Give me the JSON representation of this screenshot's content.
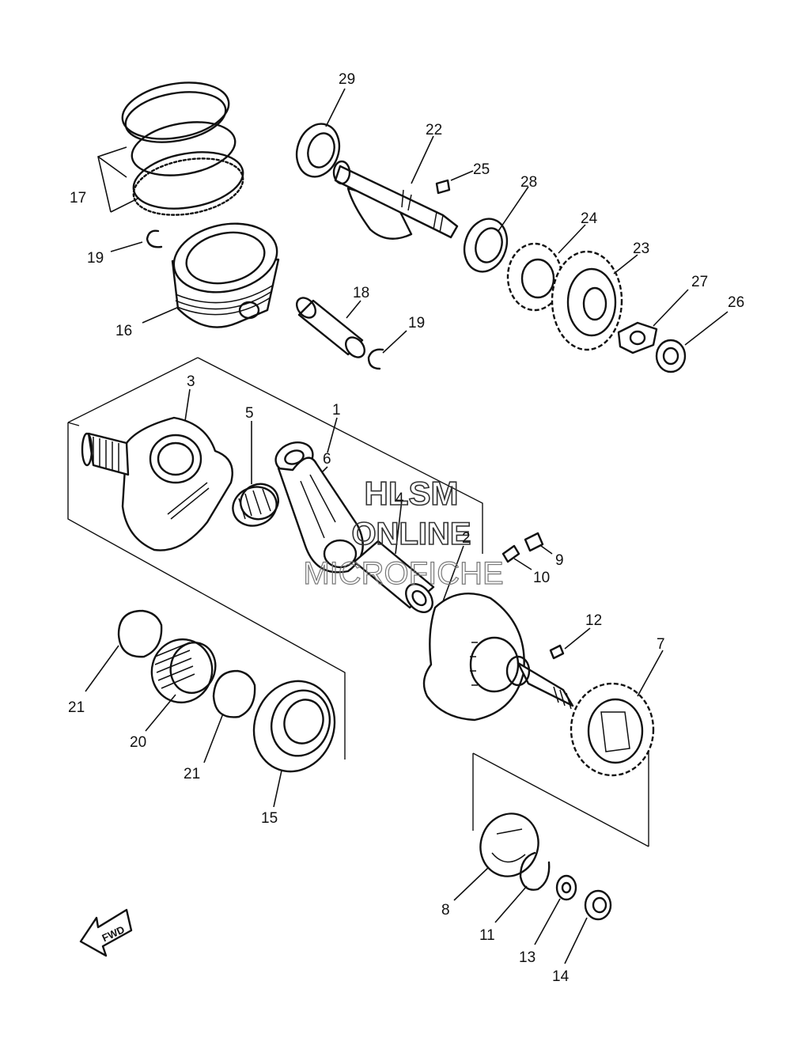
{
  "watermark": {
    "line1": "HLSM",
    "line2": "ONLINE",
    "line3": "MICROFICHE"
  },
  "direction_arrow": {
    "label": "FWD",
    "icon": "forward-arrow-icon"
  },
  "callouts": [
    {
      "id": "1",
      "label": "1"
    },
    {
      "id": "2",
      "label": "2"
    },
    {
      "id": "3",
      "label": "3"
    },
    {
      "id": "4",
      "label": "4"
    },
    {
      "id": "5",
      "label": "5"
    },
    {
      "id": "6",
      "label": "6"
    },
    {
      "id": "7",
      "label": "7"
    },
    {
      "id": "8",
      "label": "8"
    },
    {
      "id": "9",
      "label": "9"
    },
    {
      "id": "10",
      "label": "10"
    },
    {
      "id": "11",
      "label": "11"
    },
    {
      "id": "12",
      "label": "12"
    },
    {
      "id": "13",
      "label": "13"
    },
    {
      "id": "14",
      "label": "14"
    },
    {
      "id": "15",
      "label": "15"
    },
    {
      "id": "16",
      "label": "16"
    },
    {
      "id": "17",
      "label": "17"
    },
    {
      "id": "18",
      "label": "18"
    },
    {
      "id": "19a",
      "label": "19"
    },
    {
      "id": "19b",
      "label": "19"
    },
    {
      "id": "20",
      "label": "20"
    },
    {
      "id": "21a",
      "label": "21"
    },
    {
      "id": "21b",
      "label": "21"
    },
    {
      "id": "22",
      "label": "22"
    },
    {
      "id": "23",
      "label": "23"
    },
    {
      "id": "24",
      "label": "24"
    },
    {
      "id": "25",
      "label": "25"
    },
    {
      "id": "26",
      "label": "26"
    },
    {
      "id": "27",
      "label": "27"
    },
    {
      "id": "28",
      "label": "28"
    },
    {
      "id": "29",
      "label": "29"
    }
  ]
}
